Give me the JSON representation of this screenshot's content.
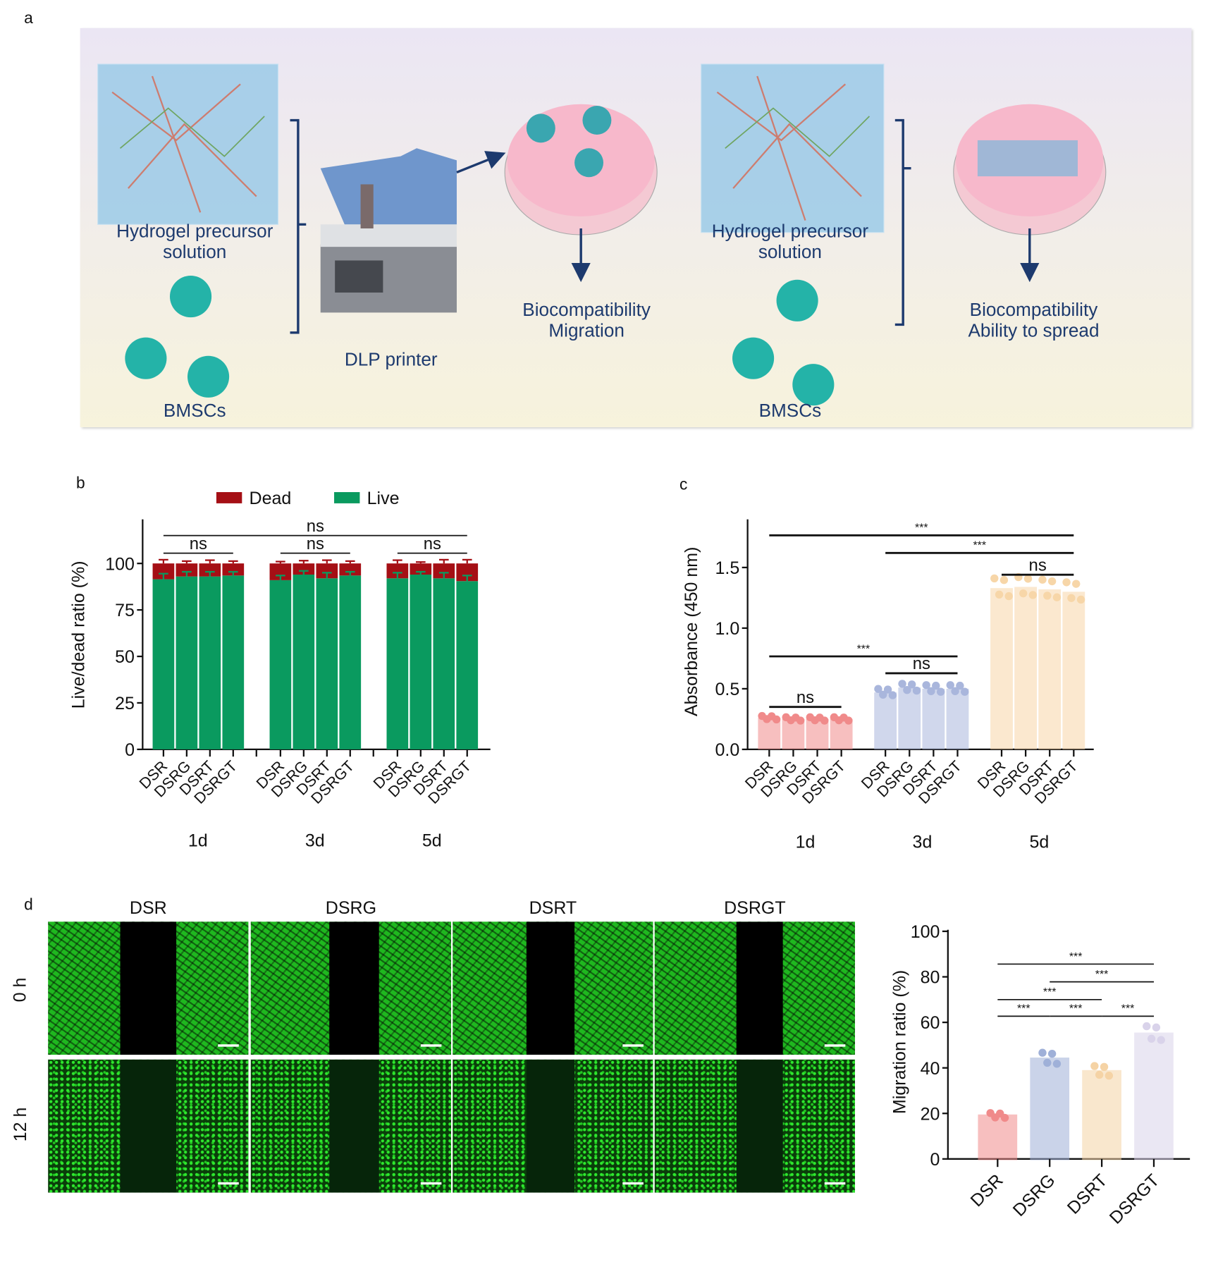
{
  "panels": {
    "a": "a",
    "b": "b",
    "c": "c",
    "d": "d"
  },
  "schematic": {
    "left": {
      "gel_label_1": "Hydrogel precursor",
      "gel_label_2": "solution",
      "cells_label": "BMSCs",
      "printer_label": "DLP printer",
      "outcome_1": "Biocompatibility",
      "outcome_2": "Migration"
    },
    "right": {
      "gel_label_1": "Hydrogel precursor",
      "gel_label_2": "solution",
      "cells_label": "BMSCs",
      "outcome_1": "Biocompatibility",
      "outcome_2": "Ability to spread"
    }
  },
  "micrographs": {
    "columns": [
      "DSR",
      "DSRG",
      "DSRT",
      "DSRGT"
    ],
    "rows": [
      "0 h",
      "12 h"
    ]
  },
  "colors": {
    "dead": "#a50f15",
    "live": "#0a9a5f",
    "d1": "#f08a8a",
    "d3": "#a9b6dc",
    "d5": "#f7d6a8",
    "mig": [
      "#f08a8a",
      "#9fb0d8",
      "#f5d3a5",
      "#d9d3ea"
    ]
  },
  "chart_data": [
    {
      "id": "b",
      "type": "bar",
      "stacked": true,
      "ylabel": "Live/dead ratio (%)",
      "ylim": [
        0,
        125
      ],
      "yticks": [
        0,
        25,
        50,
        75,
        100
      ],
      "groups": [
        "1d",
        "3d",
        "5d"
      ],
      "categories": [
        "DSR",
        "DSRG",
        "DSRT",
        "DSRGT"
      ],
      "legend": [
        "Dead",
        "Live"
      ],
      "legend_position": "top",
      "series": [
        {
          "name": "Live",
          "values": [
            91.5,
            93,
            93,
            93.5,
            91,
            94,
            92,
            93.5,
            92,
            94,
            92,
            90.5
          ],
          "err": [
            3,
            2.5,
            2.5,
            2,
            2.5,
            2,
            3,
            2,
            3,
            1.5,
            3,
            3
          ]
        },
        {
          "name": "Dead",
          "values": [
            8.5,
            7,
            7,
            6.5,
            9,
            6,
            8,
            6.5,
            8,
            6,
            8,
            9.5
          ],
          "err": [
            4,
            2.5,
            3.5,
            2.5,
            2,
            3,
            3.5,
            2.5,
            3.5,
            1.5,
            4,
            4
          ]
        }
      ],
      "significance": [
        {
          "from": 0,
          "to": 11,
          "label": "ns",
          "level": 115
        },
        {
          "from": 0,
          "to": 3,
          "label": "ns",
          "level": 105.5
        },
        {
          "from": 4,
          "to": 7,
          "label": "ns",
          "level": 105.5
        },
        {
          "from": 8,
          "to": 11,
          "label": "ns",
          "level": 105.5
        }
      ]
    },
    {
      "id": "c",
      "type": "bar",
      "ylabel": "Absorbance (450 nm)",
      "ylim": [
        0,
        1.9
      ],
      "yticks": [
        "0.0",
        "0.5",
        "1.0",
        "1.5"
      ],
      "groups": [
        "1d",
        "3d",
        "5d"
      ],
      "categories": [
        "DSR",
        "DSRG",
        "DSRT",
        "DSRGT"
      ],
      "values": [
        0.26,
        0.25,
        0.25,
        0.25,
        0.47,
        0.51,
        0.5,
        0.5,
        1.33,
        1.34,
        1.32,
        1.3
      ],
      "significance": [
        {
          "from": 0,
          "to": 11,
          "label": "***",
          "level": 1.765
        },
        {
          "from": 4,
          "to": 11,
          "label": "***",
          "level": 1.62
        },
        {
          "from": 8,
          "to": 11,
          "label": "ns",
          "level": 1.44
        },
        {
          "from": 0,
          "to": 7,
          "label": "***",
          "level": 0.767
        },
        {
          "from": 4,
          "to": 7,
          "label": "ns",
          "level": 0.628
        },
        {
          "from": 0,
          "to": 3,
          "label": "ns",
          "level": 0.35
        }
      ]
    },
    {
      "id": "d",
      "type": "bar",
      "ylabel": "Migration ratio (%)",
      "ylim": [
        0,
        100
      ],
      "yticks": [
        0,
        20,
        40,
        60,
        80,
        100
      ],
      "categories": [
        "DSR",
        "DSRG",
        "DSRT",
        "DSRGT"
      ],
      "values": [
        19,
        44,
        38.5,
        55
      ],
      "significance": [
        {
          "from": 0,
          "to": 3,
          "label": "***",
          "level": 85.6
        },
        {
          "from": 1,
          "to": 3,
          "label": "***",
          "level": 77.8
        },
        {
          "from": 0,
          "to": 2,
          "label": "***",
          "level": 70
        },
        {
          "from": 0,
          "to": 1,
          "label": "***",
          "level": 62.7
        },
        {
          "from": 1,
          "to": 2,
          "label": "***",
          "level": 62.7
        },
        {
          "from": 2,
          "to": 3,
          "label": "***",
          "level": 62.7
        }
      ]
    }
  ]
}
